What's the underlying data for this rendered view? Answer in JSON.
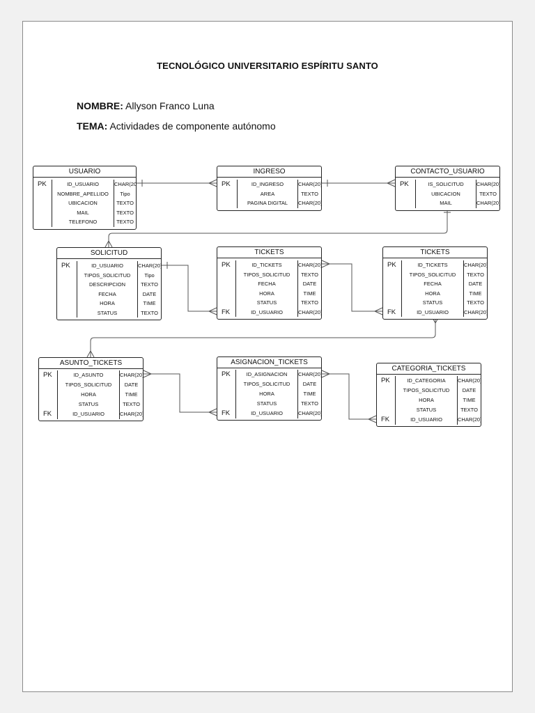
{
  "document": {
    "title": "TECNOLÓGICO UNIVERSITARIO ESPÍRITU SANTO",
    "name_label": "NOMBRE:",
    "name_value": "Allyson Franco Luna",
    "topic_label": "TEMA:",
    "topic_value": "Actividades de componente autónomo"
  },
  "entities": [
    {
      "title": "USUARIO",
      "rows": [
        {
          "key": "PK",
          "name": "ID_USUARIO",
          "type": "CHAR(20)"
        },
        {
          "key": "",
          "name": "NOMBRE_APELLIDO",
          "type": "Tipo"
        },
        {
          "key": "",
          "name": "UBICACION",
          "type": "TEXTO"
        },
        {
          "key": "",
          "name": "MAIL",
          "type": "TEXTO"
        },
        {
          "key": "",
          "name": "TELEFONO",
          "type": "TEXTO"
        }
      ]
    },
    {
      "title": "INGRESO",
      "rows": [
        {
          "key": "PK",
          "name": "ID_INGRESO",
          "type": "CHAR(20)"
        },
        {
          "key": "",
          "name": "AREA",
          "type": "TEXTO"
        },
        {
          "key": "",
          "name": "PAGINA DIGITAL",
          "type": "CHAR(20)"
        }
      ]
    },
    {
      "title": "CONTACTO_USUARIO",
      "rows": [
        {
          "key": "PK",
          "name": "IS_SOLICITUD",
          "type": "CHAR(20)"
        },
        {
          "key": "",
          "name": "UBICACION",
          "type": "TEXTO"
        },
        {
          "key": "",
          "name": "MAIL",
          "type": "CHAR(20)"
        }
      ]
    },
    {
      "title": "SOLICITUD",
      "rows": [
        {
          "key": "PK",
          "name": "ID_USUARIO",
          "type": "CHAR(20)"
        },
        {
          "key": "",
          "name": "TIPOS_SOLICITUD",
          "type": "Tipo"
        },
        {
          "key": "",
          "name": "DESCRIPCION",
          "type": "TEXTO"
        },
        {
          "key": "",
          "name": "FECHA",
          "type": "DATE"
        },
        {
          "key": "",
          "name": "HORA",
          "type": "TIME"
        },
        {
          "key": "",
          "name": "STATUS",
          "type": "TEXTO"
        }
      ]
    },
    {
      "title": "TICKETS",
      "rows": [
        {
          "key": "PK",
          "name": "ID_TICKETS",
          "type": "CHAR(20)"
        },
        {
          "key": "",
          "name": "TIPOS_SOLICITUD",
          "type": "TEXTO"
        },
        {
          "key": "",
          "name": "FECHA",
          "type": "DATE"
        },
        {
          "key": "",
          "name": "HORA",
          "type": "TIME"
        },
        {
          "key": "",
          "name": "STATUS",
          "type": "TEXTO"
        },
        {
          "key": "FK",
          "name": "ID_USUARIO",
          "type": "CHAR(20)"
        }
      ]
    },
    {
      "title": "TICKETS",
      "rows": [
        {
          "key": "PK",
          "name": "ID_TICKETS",
          "type": "CHAR(20)"
        },
        {
          "key": "",
          "name": "TIPOS_SOLICITUD",
          "type": "TEXTO"
        },
        {
          "key": "",
          "name": "FECHA",
          "type": "DATE"
        },
        {
          "key": "",
          "name": "HORA",
          "type": "TIME"
        },
        {
          "key": "",
          "name": "STATUS",
          "type": "TEXTO"
        },
        {
          "key": "FK",
          "name": "ID_USUARIO",
          "type": "CHAR(20)"
        }
      ]
    },
    {
      "title": "ASUNTO_TICKETS",
      "rows": [
        {
          "key": "PK",
          "name": "ID_ASUNTO",
          "type": "CHAR(20)"
        },
        {
          "key": "",
          "name": "TIPOS_SOLICITUD",
          "type": "DATE"
        },
        {
          "key": "",
          "name": "HORA",
          "type": "TIME"
        },
        {
          "key": "",
          "name": "STATUS",
          "type": "TEXTO"
        },
        {
          "key": "FK",
          "name": "ID_USUARIO",
          "type": "CHAR(20)"
        }
      ]
    },
    {
      "title": "ASIGNACION_TICKETS",
      "rows": [
        {
          "key": "PK",
          "name": "ID_ASIGNACION",
          "type": "CHAR(20)"
        },
        {
          "key": "",
          "name": "TIPOS_SOLICITUD",
          "type": "DATE"
        },
        {
          "key": "",
          "name": "HORA",
          "type": "TIME"
        },
        {
          "key": "",
          "name": "STATUS",
          "type": "TEXTO"
        },
        {
          "key": "FK",
          "name": "ID_USUARIO",
          "type": "CHAR(20)"
        }
      ]
    },
    {
      "title": "CATEGORIA_TICKETS",
      "rows": [
        {
          "key": "PK",
          "name": "ID_CATEGORIA",
          "type": "CHAR(20)"
        },
        {
          "key": "",
          "name": "TIPOS_SOLICITUD",
          "type": "DATE"
        },
        {
          "key": "",
          "name": "HORA",
          "type": "TIME"
        },
        {
          "key": "",
          "name": "STATUS",
          "type": "TEXTO"
        },
        {
          "key": "FK",
          "name": "ID_USUARIO",
          "type": "CHAR(20)"
        }
      ]
    }
  ],
  "colors": {
    "line": "#555555",
    "border": "#222222"
  }
}
